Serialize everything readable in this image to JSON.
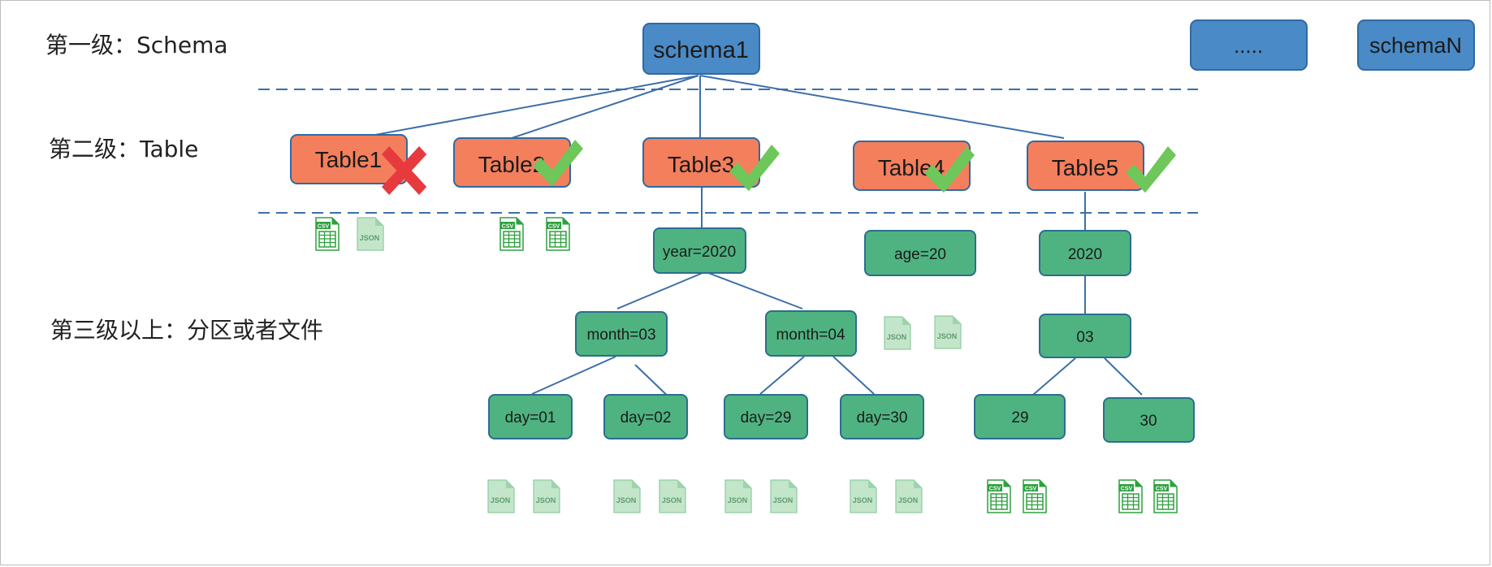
{
  "level_labels": {
    "level1": "第一级：Schema",
    "level2": "第二级：Table",
    "level3": "第三级以上：分区或者文件"
  },
  "schemas": {
    "schema1": "schema1",
    "ellipsis": ".....",
    "schemaN": "schemaN"
  },
  "tables": {
    "table1": "Table1",
    "table2": "Table2",
    "table3": "Table3",
    "table4": "Table4",
    "table5": "Table5"
  },
  "partitions": {
    "year2020": "year=2020",
    "month03": "month=03",
    "month04": "month=04",
    "day01": "day=01",
    "day02": "day=02",
    "day29": "day=29",
    "day30": "day=30",
    "age20": "age=20",
    "p2020": "2020",
    "p03": "03",
    "p29": "29",
    "p30": "30"
  },
  "file_labels": {
    "csv": "CSV",
    "json": "JSON"
  },
  "table_status": {
    "table1": "rejected",
    "table2": "accepted",
    "table3": "accepted",
    "table4": "accepted",
    "table5": "accepted"
  },
  "colors": {
    "schema_fill": "#4a8ac6",
    "schema_stroke": "#2f6aa3",
    "table_fill": "#f47f5c",
    "partition_fill": "#4fb381",
    "partition_stroke": "#2a6e8f",
    "edge": "#3c6fa8",
    "dashed": "#3c6fa8",
    "check": "#6ec75a",
    "cross": "#e63a3f",
    "csv_icon": "#2ea13f",
    "json_icon": "#b8dfc0"
  }
}
